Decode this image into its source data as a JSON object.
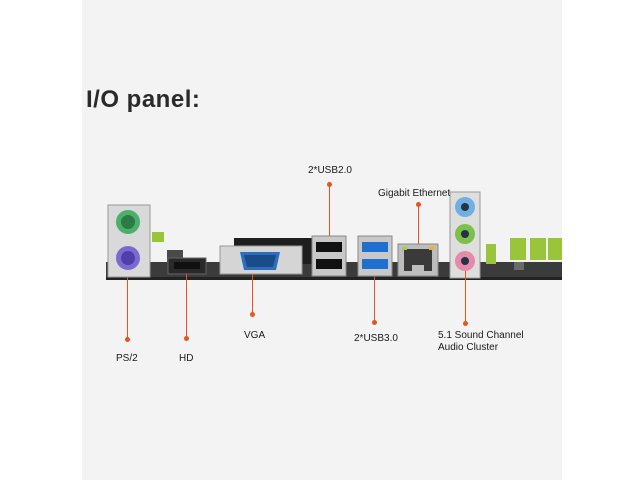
{
  "title": "I/O panel:",
  "labels": {
    "ps2": "PS/2",
    "hd": "HD",
    "vga": "VGA",
    "usb2": "2*USB2.0",
    "usb3": "2*USB3.0",
    "ethernet": "Gigabit Ethernet",
    "audio_line1": "5.1 Sound Channel",
    "audio_line2": "Audio Cluster"
  },
  "colors": {
    "accent": "#e8541e",
    "board": "#3b3b3b",
    "usb3_blue": "#1f6fd1",
    "ps2_green": "#4bb06a",
    "ps2_purple": "#7a6ad0",
    "audio_blue": "#6fb0e0",
    "audio_green": "#7cc04a",
    "audio_pink": "#e58aa8"
  }
}
